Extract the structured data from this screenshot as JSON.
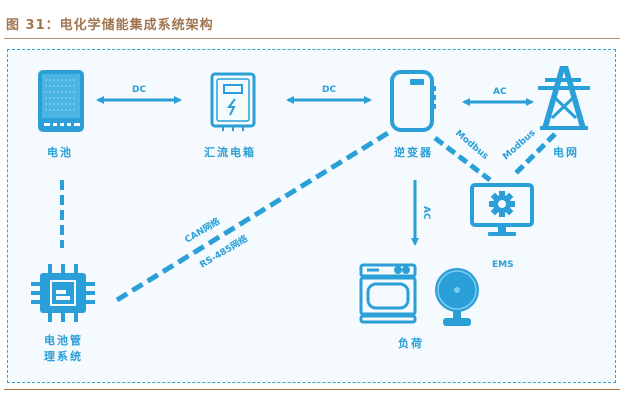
{
  "figure": {
    "title": "图 31：电化学储能集成系统架构"
  },
  "colors": {
    "primary": "#2a9fd8",
    "title": "#a07650",
    "rule": "#b89270",
    "background": "#f4fafd"
  },
  "nodes": {
    "battery": {
      "label": "电池",
      "icon": "battery-icon"
    },
    "combiner_box": {
      "label": "汇流电箱",
      "icon": "combiner-box-icon"
    },
    "inverter": {
      "label": "逆变器",
      "icon": "inverter-icon"
    },
    "grid": {
      "label": "电网",
      "icon": "power-tower-icon"
    },
    "ems": {
      "label": "EMS",
      "icon": "monitor-gear-icon"
    },
    "load": {
      "label": "负荷",
      "icon": "appliance-icon"
    },
    "bms": {
      "label_line1": "电池管",
      "label_line2": "理系统",
      "icon": "chip-icon"
    }
  },
  "edges": {
    "battery_combiner": "DC",
    "combiner_inverter": "DC",
    "inverter_grid": "AC",
    "inverter_load": "AC",
    "inverter_ems": "Modbus",
    "grid_ems": "Modbus",
    "bms_inverter_1": "CAN网络",
    "bms_inverter_2": "RS-485网络"
  }
}
